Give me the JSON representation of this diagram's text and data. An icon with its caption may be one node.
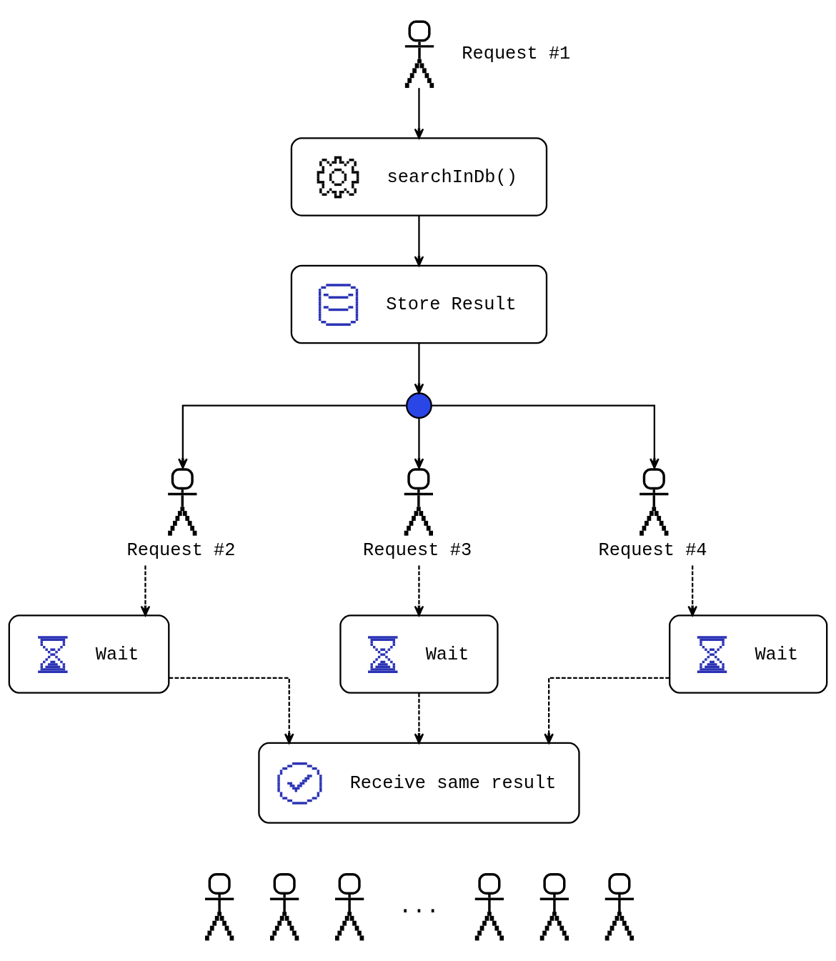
{
  "diagram": {
    "nodes": [
      {
        "text": [
          "Request #1"
        ]
      },
      {
        "text": [
          "searchInDb()"
        ]
      },
      {
        "text": [
          "Store Result"
        ]
      },
      {
        "text": [],
        "shape": "circle"
      },
      {
        "text": [
          "Request #2"
        ]
      },
      {
        "text": [
          "Request #3"
        ]
      },
      {
        "text": [
          "Request #4"
        ]
      },
      {
        "text": [
          "Wait"
        ]
      },
      {
        "text": [
          "Wait"
        ]
      },
      {
        "text": [
          "Wait"
        ]
      },
      {
        "text": [
          "Receive same result"
        ]
      },
      {
        "text": [],
        "shape": "person"
      },
      {
        "text": [],
        "shape": "person"
      },
      {
        "text": [],
        "shape": "person"
      },
      {
        "text": [],
        "shape": "person"
      },
      {
        "text": [],
        "shape": "person"
      },
      {
        "text": [],
        "shape": "person"
      }
    ],
    "edges": [
      {
        "from": 0,
        "to": 1,
        "arrow": "to"
      },
      {
        "from": 1,
        "to": 2,
        "arrow": "to"
      },
      {
        "from": 2,
        "to": 3,
        "arrow": "to"
      },
      {
        "from": 3,
        "to": 4,
        "arrow": "to"
      },
      {
        "from": 3,
        "to": 5,
        "arrow": "to"
      },
      {
        "from": 3,
        "to": 6,
        "arrow": "to"
      },
      {
        "from": 4,
        "to": 7,
        "arrow": "to",
        "style": "dashed"
      },
      {
        "from": 5,
        "to": 8,
        "arrow": "to",
        "style": "dashed"
      },
      {
        "from": 6,
        "to": 9,
        "arrow": "to",
        "style": "dashed"
      },
      {
        "from": 7,
        "to": 10,
        "arrow": "to",
        "style": "dashed"
      },
      {
        "from": 8,
        "to": 10,
        "arrow": "to",
        "style": "dashed"
      },
      {
        "from": 9,
        "to": 10,
        "arrow": "to",
        "style": "dashed"
      }
    ],
    "labels": [
      "..."
    ]
  }
}
